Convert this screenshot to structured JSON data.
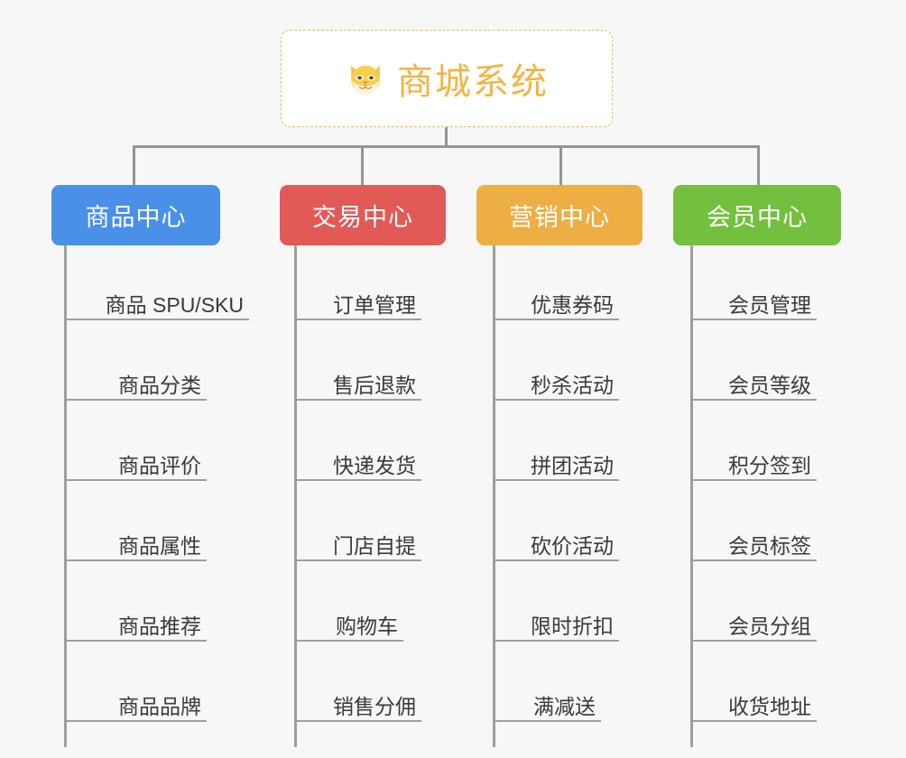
{
  "page": {
    "background_color": "#f7f7f7",
    "connector_color": "#949494"
  },
  "root": {
    "icon": "shiba-dog-face-icon",
    "icon_glyph": "🐶",
    "title": "商城系统",
    "border_color": "#e8b95a",
    "text_color": "#f0b545",
    "background_color": "#ffffff"
  },
  "columns": [
    {
      "id": "product-center",
      "title": "商品中心",
      "color": "#4a90e8",
      "items": [
        "商品 SPU/SKU",
        "商品分类",
        "商品评价",
        "商品属性",
        "商品推荐",
        "商品品牌"
      ]
    },
    {
      "id": "trade-center",
      "title": "交易中心",
      "color": "#e25a56",
      "items": [
        "订单管理",
        "售后退款",
        "快递发货",
        "门店自提",
        "购物车",
        "销售分佣"
      ]
    },
    {
      "id": "marketing-center",
      "title": "营销中心",
      "color": "#edae44",
      "items": [
        "优惠券码",
        "秒杀活动",
        "拼团活动",
        "砍价活动",
        "限时折扣",
        "满减送"
      ]
    },
    {
      "id": "member-center",
      "title": "会员中心",
      "color": "#73c03f",
      "items": [
        "会员管理",
        "会员等级",
        "积分签到",
        "会员标签",
        "会员分组",
        "收货地址"
      ]
    }
  ]
}
